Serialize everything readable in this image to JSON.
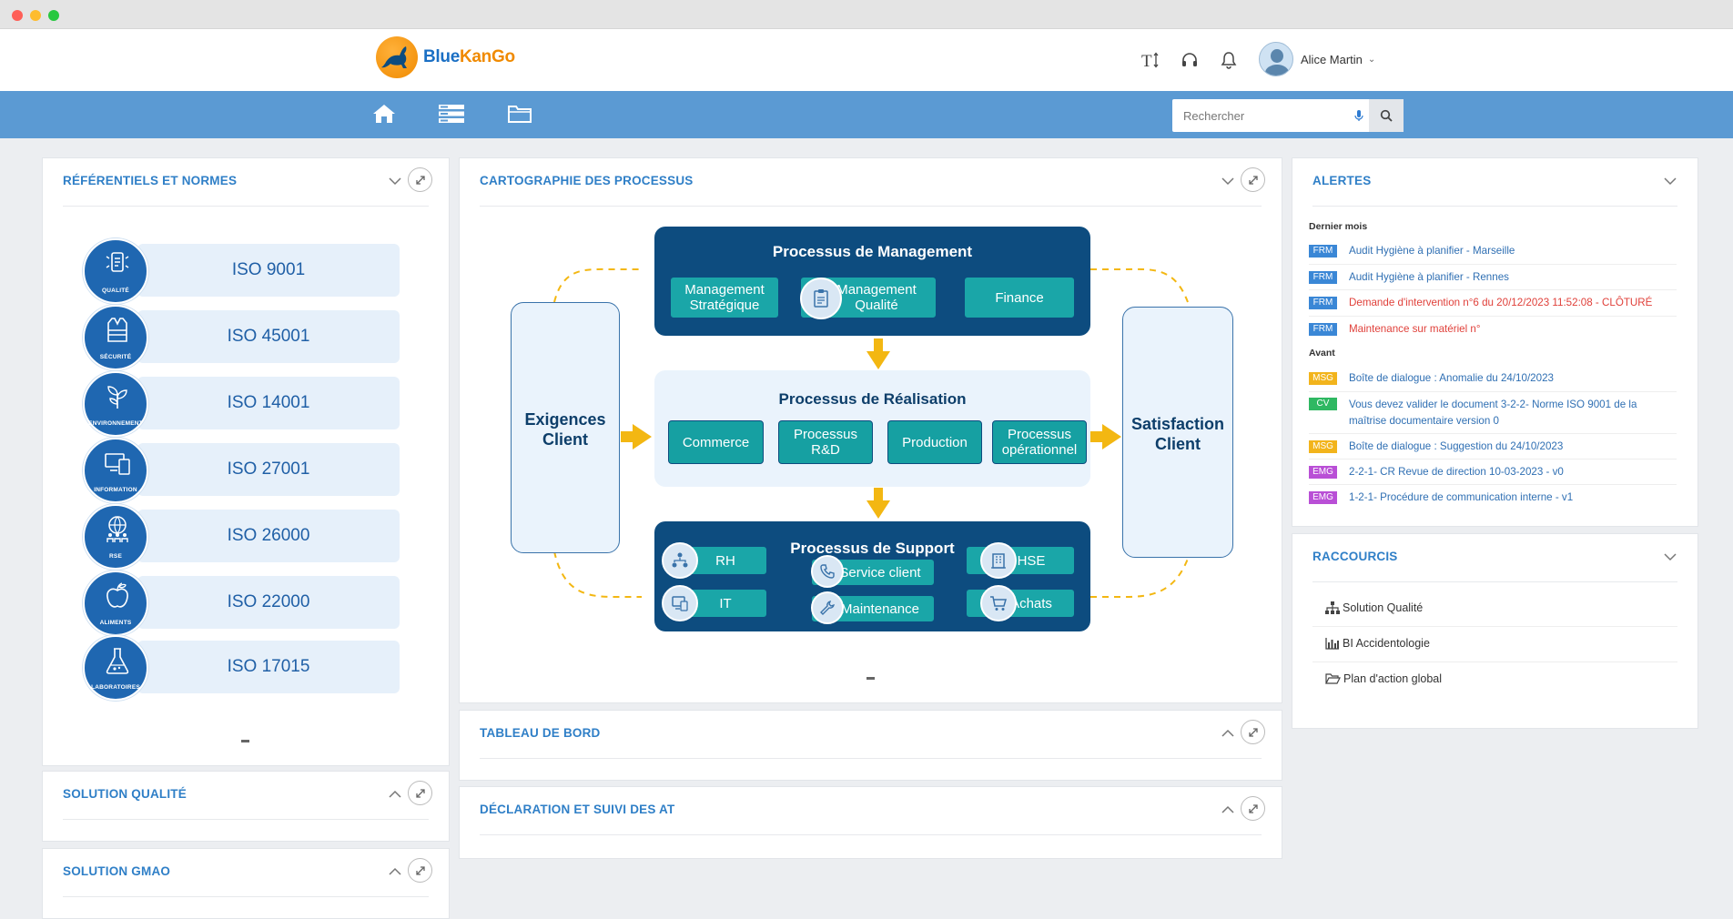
{
  "brand": {
    "part1": "Blue",
    "part2": "KanGo"
  },
  "header": {
    "icons": [
      "text-size-icon",
      "headset-icon",
      "bell-icon"
    ],
    "user": {
      "name": "Alice Martin"
    }
  },
  "nav": {
    "icons": [
      "home-icon",
      "list-icon",
      "folder-icon"
    ],
    "search": {
      "placeholder": "Rechercher"
    }
  },
  "panels": {
    "referentiels": {
      "title": "RÉFÉRENTIELS ET NORMES",
      "items": [
        {
          "label": "ISO 9001",
          "sub": "QUALITÉ",
          "icon": "quality-icon"
        },
        {
          "label": "ISO 45001",
          "sub": "SÉCURITÉ",
          "icon": "safety-vest-icon"
        },
        {
          "label": "ISO 14001",
          "sub": "ENVIRONNEMENT",
          "icon": "plant-icon"
        },
        {
          "label": "ISO 27001",
          "sub": "INFORMATION",
          "icon": "computer-icon"
        },
        {
          "label": "ISO 26000",
          "sub": "RSE",
          "icon": "globe-people-icon"
        },
        {
          "label": "ISO 22000",
          "sub": "ALIMENTS",
          "icon": "apple-icon"
        },
        {
          "label": "ISO 17015",
          "sub": "LABORATOIRES",
          "icon": "flask-icon"
        }
      ]
    },
    "solution_qualite": {
      "title": "SOLUTION QUALITÉ"
    },
    "solution_gmao": {
      "title": "SOLUTION GMAO"
    },
    "cartographie": {
      "title": "CARTOGRAPHIE DES PROCESSUS",
      "management": {
        "title": "Processus de Management",
        "items": [
          "Management Stratégique",
          "Management Qualité",
          "Finance"
        ]
      },
      "realisation": {
        "title": "Processus de Réalisation",
        "items": [
          "Commerce",
          "Processus R&D",
          "Production",
          "Processus opérationnel"
        ]
      },
      "support": {
        "title": "Processus de Support",
        "items": [
          "RH",
          "IT",
          "Service client",
          "Maintenance",
          "HSE",
          "Achats"
        ]
      },
      "left": "Exigences Client",
      "right": "Satisfaction Client"
    },
    "tableau": {
      "title": "TABLEAU DE BORD"
    },
    "declaration": {
      "title": "DÉCLARATION ET SUIVI DES AT"
    },
    "alertes": {
      "title": "ALERTES",
      "section1": "Dernier mois",
      "section2": "Avant",
      "recent": [
        {
          "badge": "FRM",
          "color": "#3a87d6",
          "text": "Audit Hygiène à planifier - Marseille",
          "text_color": "#2f6fb3"
        },
        {
          "badge": "FRM",
          "color": "#3a87d6",
          "text": "Audit Hygiène à planifier - Rennes",
          "text_color": "#2f6fb3"
        },
        {
          "badge": "FRM",
          "color": "#3a87d6",
          "text": "Demande d'intervention n°6 du 20/12/2023 11:52:08 - CLÔTURÉ",
          "text_color": "#e0403a"
        },
        {
          "badge": "FRM",
          "color": "#3a87d6",
          "text": "Maintenance sur matériel n°",
          "text_color": "#e0403a"
        }
      ],
      "older": [
        {
          "badge": "MSG",
          "color": "#f2b41c",
          "text": "Boîte de dialogue : Anomalie du 24/10/2023",
          "text_color": "#2f6fb3"
        },
        {
          "badge": "CV",
          "color": "#2fb862",
          "text": "Vous devez valider le document 3-2-2- Norme ISO 9001 de la maîtrise documentaire version 0",
          "text_color": "#2f6fb3"
        },
        {
          "badge": "MSG",
          "color": "#f2b41c",
          "text": "Boîte de dialogue : Suggestion du 24/10/2023",
          "text_color": "#2f6fb3"
        },
        {
          "badge": "EMG",
          "color": "#b94fd6",
          "text": "2-2-1- CR Revue de direction 10-03-2023 - v0",
          "text_color": "#2f6fb3"
        },
        {
          "badge": "EMG",
          "color": "#b94fd6",
          "text": "1-2-1- Procédure de communication interne - v1",
          "text_color": "#2f6fb3"
        }
      ]
    },
    "raccourcis": {
      "title": "RACCOURCIS",
      "items": [
        {
          "label": "Solution Qualité",
          "icon": "sitemap-icon"
        },
        {
          "label": "BI Accidentologie",
          "icon": "bar-chart-icon"
        },
        {
          "label": "Plan d'action global",
          "icon": "folder-open-icon"
        }
      ]
    }
  },
  "colors": {
    "accent": "#2f7fc7",
    "navbar": "#5b9ad3",
    "process_dark": "#0d4c7f",
    "process_teal": "#1aa6a8",
    "arrow": "#f3b712"
  }
}
